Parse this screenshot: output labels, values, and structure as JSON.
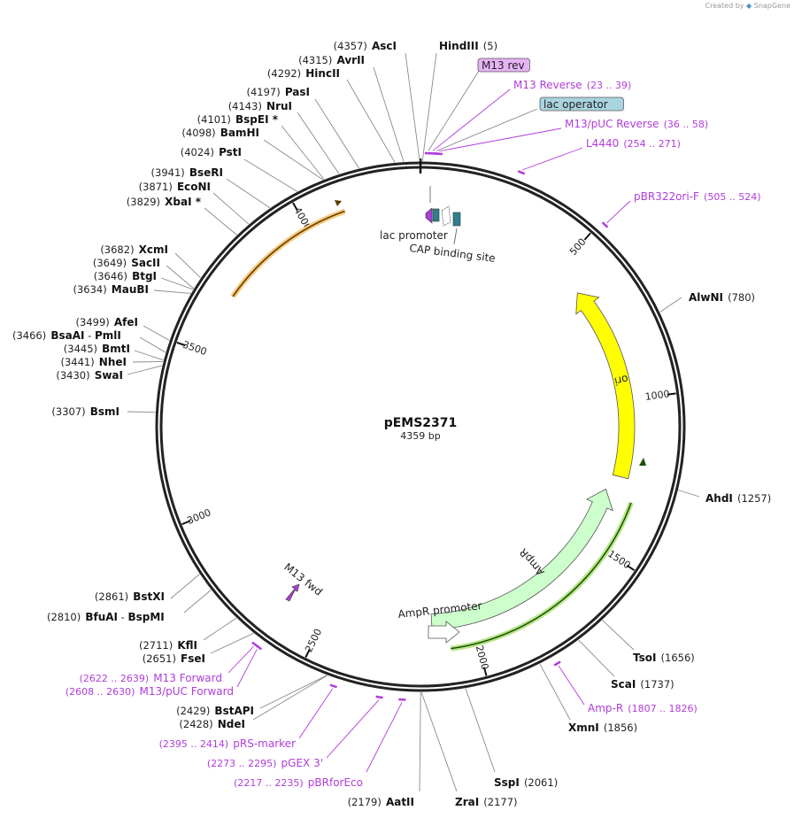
{
  "credit": {
    "prefix": "Created by",
    "brand": "SnapGene"
  },
  "plasmid": {
    "name": "pEMS2371",
    "length_label": "4359 bp",
    "length": 4359
  },
  "ticks": [
    500,
    1000,
    1500,
    2000,
    2500,
    3000,
    3500,
    4000
  ],
  "sites": [
    {
      "name": "HindIII",
      "pos": "(5)",
      "bp": 5
    },
    {
      "name": "AscI",
      "pos": "(4357)",
      "bp": 4357
    },
    {
      "name": "AvrII",
      "pos": "(4315)",
      "bp": 4315
    },
    {
      "name": "HincII",
      "pos": "(4292)",
      "bp": 4292
    },
    {
      "name": "PasI",
      "pos": "(4197)",
      "bp": 4197
    },
    {
      "name": "NruI",
      "pos": "(4143)",
      "bp": 4143
    },
    {
      "name": "BspEI *",
      "pos": "(4101)",
      "bp": 4101
    },
    {
      "name": "BamHI",
      "pos": "(4098)",
      "bp": 4098
    },
    {
      "name": "PstI",
      "pos": "(4024)",
      "bp": 4024
    },
    {
      "name": "BseRI",
      "pos": "(3941)",
      "bp": 3941
    },
    {
      "name": "EcoNI",
      "pos": "(3871)",
      "bp": 3871
    },
    {
      "name": "XbaI *",
      "pos": "(3829)",
      "bp": 3829
    },
    {
      "name": "XcmI",
      "pos": "(3682)",
      "bp": 3682
    },
    {
      "name": "SacII",
      "pos": "(3649)",
      "bp": 3649
    },
    {
      "name": "BtgI",
      "pos": "(3646)",
      "bp": 3646
    },
    {
      "name": "MauBI",
      "pos": "(3634)",
      "bp": 3634
    },
    {
      "name": "AfeI",
      "pos": "(3499)",
      "bp": 3499
    },
    {
      "name": "BsaAI",
      "name2": "PmlI",
      "pos": "(3466)",
      "bp": 3466
    },
    {
      "name": "BmtI",
      "pos": "(3445)",
      "bp": 3445
    },
    {
      "name": "NheI",
      "pos": "(3441)",
      "bp": 3441
    },
    {
      "name": "SwaI",
      "pos": "(3430)",
      "bp": 3430
    },
    {
      "name": "BsmI",
      "pos": "(3307)",
      "bp": 3307
    },
    {
      "name": "BstXI",
      "pos": "(2861)",
      "bp": 2861
    },
    {
      "name": "BfuAI",
      "name2": "BspMI",
      "pos": "(2810)",
      "bp": 2810
    },
    {
      "name": "KflI",
      "pos": "(2711)",
      "bp": 2711
    },
    {
      "name": "FseI",
      "pos": "(2651)",
      "bp": 2651
    },
    {
      "name": "BstAPI",
      "pos": "(2429)",
      "bp": 2429
    },
    {
      "name": "NdeI",
      "pos": "(2428)",
      "bp": 2428
    },
    {
      "name": "AatII",
      "pos": "(2179)",
      "bp": 2179
    },
    {
      "name": "ZraI",
      "pos": "(2177)",
      "bp": 2177
    },
    {
      "name": "SspI",
      "pos": "(2061)",
      "bp": 2061
    },
    {
      "name": "XmnI",
      "pos": "(1856)",
      "bp": 1856
    },
    {
      "name": "ScaI",
      "pos": "(1737)",
      "bp": 1737
    },
    {
      "name": "TsoI",
      "pos": "(1656)",
      "bp": 1656
    },
    {
      "name": "AhdI",
      "pos": "(1257)",
      "bp": 1257
    },
    {
      "name": "AlwNI",
      "pos": "(780)",
      "bp": 780
    }
  ],
  "primers": [
    {
      "name": "M13 rev",
      "boxed": true,
      "bp": 20
    },
    {
      "name": "M13 Reverse",
      "pos": "(23 .. 39)",
      "bp": 31
    },
    {
      "name": "lac operator",
      "boxed": true,
      "bp": 40
    },
    {
      "name": "M13/pUC Reverse",
      "pos": "(36 .. 58)",
      "bp": 47
    },
    {
      "name": "L4440",
      "pos": "(254 .. 271)",
      "bp": 262
    },
    {
      "name": "pBR322ori-F",
      "pos": "(505 .. 524)",
      "bp": 514
    },
    {
      "name": "Amp-R",
      "pos": "(1807 .. 1826)",
      "bp": 1816
    },
    {
      "name": "pBRforEco",
      "pos": "(2217 .. 2235)",
      "bp": 2226
    },
    {
      "name": "pGEX 3'",
      "pos": "(2273 .. 2295)",
      "bp": 2284
    },
    {
      "name": "pRS-marker",
      "pos": "(2395 .. 2414)",
      "bp": 2404
    },
    {
      "name": "M13/pUC Forward",
      "pos": "(2608 .. 2630)",
      "bp": 2619
    },
    {
      "name": "M13 Forward",
      "pos": "(2622 .. 2639)",
      "bp": 2630
    }
  ],
  "features": [
    {
      "name": "ori",
      "color": "#ffff00"
    },
    {
      "name": "AmpR",
      "color": "#ccffcc"
    },
    {
      "name": "AmpR promoter",
      "color": "#ffffff"
    },
    {
      "name": "lac promoter",
      "color": "#b03cd9"
    },
    {
      "name": "CAP binding site",
      "color": "#2f7f8f"
    },
    {
      "name": "M13 fwd",
      "color": "#b03cd9"
    }
  ]
}
